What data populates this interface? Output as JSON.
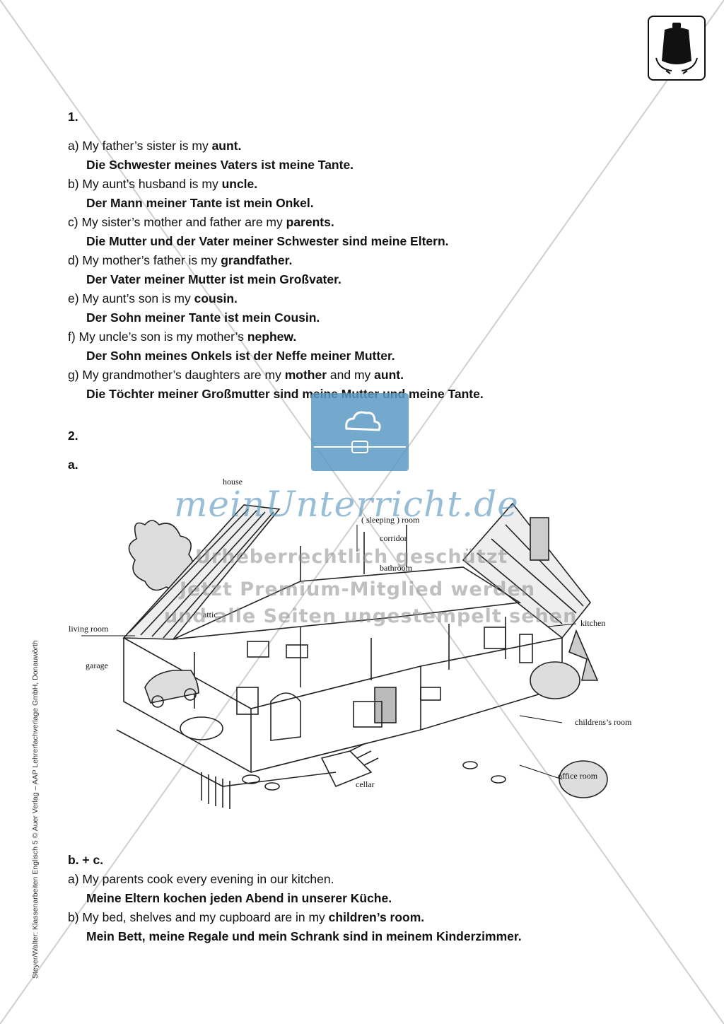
{
  "section1": {
    "number": "1.",
    "items": [
      {
        "en_prefix": "a) My father’s sister is my ",
        "en_bold": "aunt.",
        "en_mid": "",
        "en_bold2": "",
        "de": "Die Schwester meines Vaters ist meine Tante."
      },
      {
        "en_prefix": "b) My aunt’s husband is my ",
        "en_bold": "uncle.",
        "en_mid": "",
        "en_bold2": "",
        "de": "Der Mann meiner Tante ist mein Onkel."
      },
      {
        "en_prefix": "c) My sister’s mother and father are my ",
        "en_bold": "parents.",
        "en_mid": "",
        "en_bold2": "",
        "de": "Die Mutter und der Vater meiner Schwester sind meine Eltern."
      },
      {
        "en_prefix": "d) My mother’s father is my ",
        "en_bold": "grandfather.",
        "en_mid": "",
        "en_bold2": "",
        "de": "Der Vater meiner Mutter ist mein Großvater."
      },
      {
        "en_prefix": "e) My aunt’s son is my ",
        "en_bold": "cousin.",
        "en_mid": "",
        "en_bold2": "",
        "de": "Der Sohn meiner Tante ist mein Cousin."
      },
      {
        "en_prefix": "f)  My uncle’s son is my mother’s ",
        "en_bold": "nephew.",
        "en_mid": "",
        "en_bold2": "",
        "de": "Der Sohn meines Onkels ist der Neffe meiner Mutter."
      },
      {
        "en_prefix": "g) My grandmother’s daughters are my ",
        "en_bold": "mother",
        "en_mid": " and my ",
        "en_bold2": "aunt.",
        "de": "Die Töchter meiner Großmutter sind meine Mutter und meine Tante."
      }
    ]
  },
  "section2": {
    "number": "2.",
    "part_a": "a.",
    "labels": {
      "house": "house",
      "sleeping_room": "( sleeping ) room",
      "corridor": "corridor",
      "bathroom": "bathroom",
      "attic": "attic",
      "living_room": "living room",
      "garage": "garage",
      "kitchen": "kitchen",
      "childrens_room": "childrens’s room",
      "office_room": "office room",
      "cellar": "cellar"
    },
    "part_bc": "b. + c.",
    "items": [
      {
        "en_prefix": "a) My parents cook every evening in our kitchen.",
        "en_bold": "",
        "de": "Meine Eltern kochen jeden Abend in unserer Küche."
      },
      {
        "en_prefix": "b) My bed, shelves and my cupboard are in my ",
        "en_bold": "children’s room.",
        "de": "Mein Bett, meine Regale und mein Schrank sind in meinem Kinderzimmer."
      }
    ]
  },
  "watermark": {
    "brand": "meinUnterricht.de",
    "line1": "Urheberrechtlich geschützt",
    "line2": "Jetzt Premium-Mitglied werden",
    "line3": "und alle Seiten ungestempelt sehen",
    "color": "#5b9ac3"
  },
  "sidebar_credit": "Steyer/Walter: Klassenarbeiten Englisch 5 © Auer Verlag – AAP Lehrerfachverlage GmbH, Donauwörth"
}
